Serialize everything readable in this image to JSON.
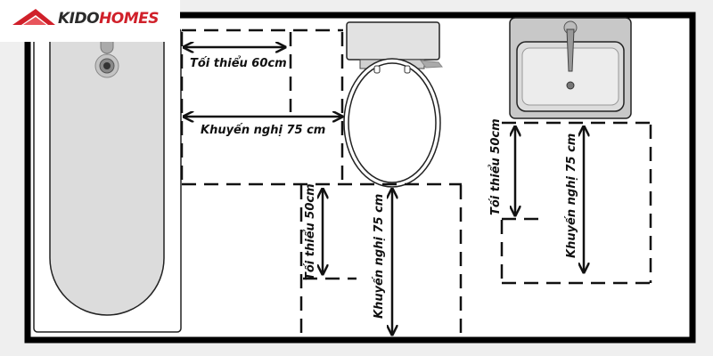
{
  "brand": {
    "logo_part1": "KIDO",
    "logo_part2": "HOMES",
    "accent_color": "#d0202a",
    "dark_color": "#2b2b2b"
  },
  "diagram": {
    "subject": "bathroom clearance layout",
    "fixtures": [
      "bathtub",
      "toilet",
      "sink"
    ],
    "labels": {
      "toilet_side_min": "Tối thiểu 60cm",
      "toilet_side_recommended": "Khuyến nghị 75 cm",
      "toilet_front_min": "Tối thiểu 50cm",
      "toilet_front_recommended": "Khuyến nghị 75 cm",
      "sink_front_min": "Tối thiểu 50cm",
      "sink_front_recommended": "Khuyến nghị 75 cm"
    }
  }
}
